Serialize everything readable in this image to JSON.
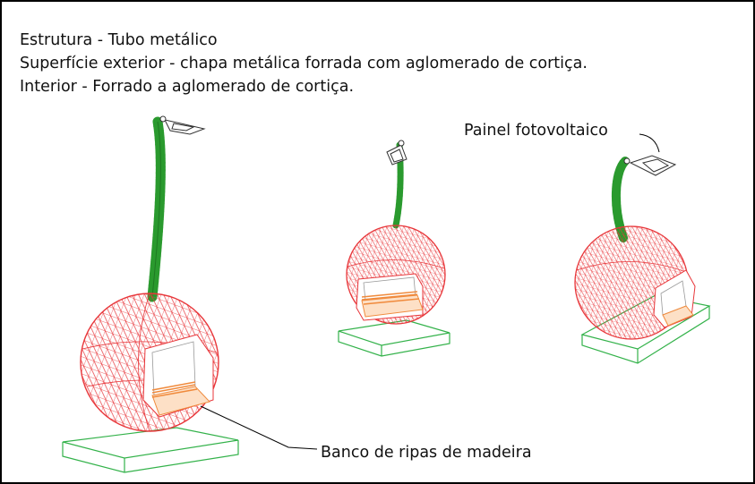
{
  "notes": [
    "Estrutura - Tubo metálico",
    "Superfície exterior - chapa metálica forrada com aglomerado de cortiça.",
    "Interior - Forrado a aglomerado de cortiça."
  ],
  "labels": {
    "panel": "Painel fotovoltaico",
    "bench": "Banco de ripas de madeira"
  },
  "colors": {
    "sphere": "#e8363a",
    "stem": "#2a9a2e",
    "base": "#33b24a",
    "bench": "#f08a3c",
    "leader": "#000000"
  }
}
